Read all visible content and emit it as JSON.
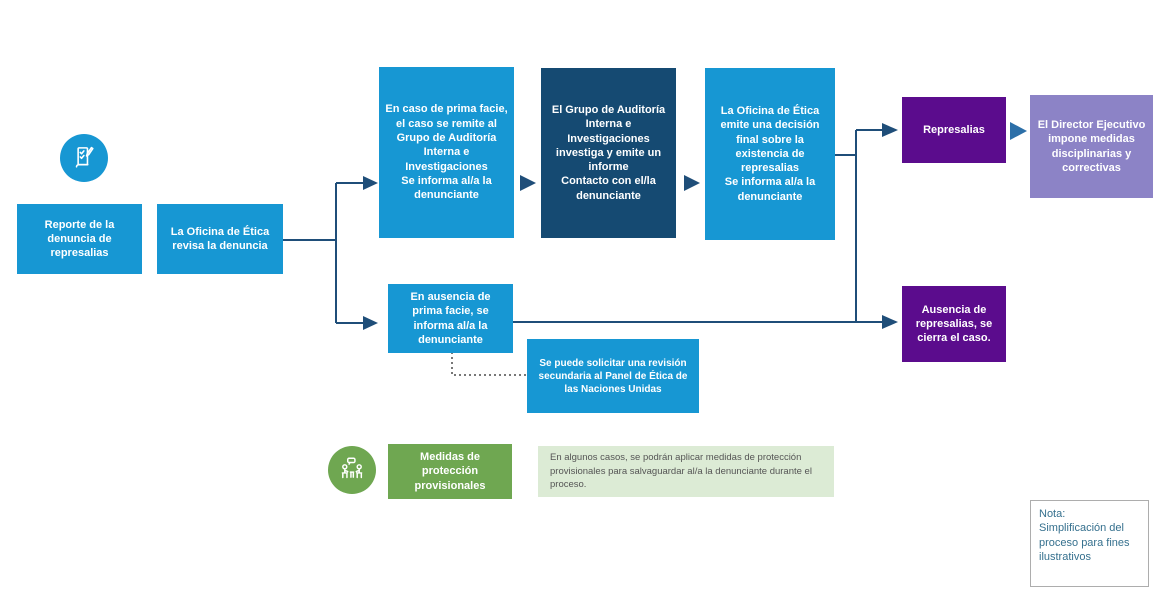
{
  "colors": {
    "light_blue": "#1797D3",
    "dark_blue": "#154A72",
    "purple": "#5B0C8D",
    "lavender": "#8C83C6",
    "green": "#6FA751",
    "light_green": "#DCEBD5",
    "connector": "#1F4E79",
    "note_text": "#35708E"
  },
  "nodes": {
    "report": {
      "label": "Reporte de la denuncia de represalias"
    },
    "review": {
      "label": "La Oficina de Ética revisa la denuncia"
    },
    "prima_facie": {
      "label": "En caso de prima facie, el caso se remite al Grupo de Auditoría Interna e Investigaciones\nSe informa al/a la denunciante"
    },
    "investigation": {
      "label": "El Grupo de Auditoría Interna e Investigaciones investiga y emite un informe\nContacto con el/la denunciante"
    },
    "decision": {
      "label": "La Oficina de Ética emite una decisión final sobre la existencia de represalias\nSe informa al/a la denunciante"
    },
    "retaliation": {
      "label": "Represalias"
    },
    "director": {
      "label": "El Director Ejecutivo impone medidas disciplinarias y correctivas"
    },
    "no_prima_facie": {
      "label": "En ausencia de prima facie, se informa al/a la denunciante"
    },
    "secondary_review": {
      "label": "Se puede solicitar una revisión secundaria al Panel de Ética de las Naciones Unidas"
    },
    "no_retaliation": {
      "label": "Ausencia de represalias, se cierra el caso."
    },
    "protection": {
      "label": "Medidas de protección provisionales"
    },
    "protection_note": {
      "label": "En algunos casos, se podrán aplicar medidas de protección provisionales para salvaguardar al/a la denunciante durante el proceso."
    }
  },
  "icons": {
    "report": "checklist-pencil-icon",
    "protection": "dialogue-people-icon"
  },
  "note": {
    "text": "Nota:\nSimplificación del proceso para fines ilustrativos"
  }
}
